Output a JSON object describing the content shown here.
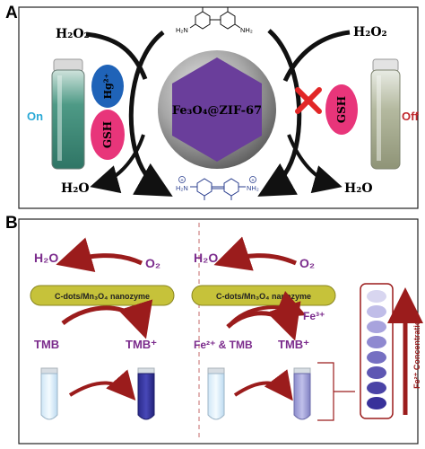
{
  "panel_a": {
    "label": "A",
    "h2o2_left": "H₂O₂",
    "h2o2_right": "H₂O₂",
    "h2o_left": "H₂O",
    "h2o_right": "H₂O",
    "center_label": "Fe₃O₄@ZIF-67",
    "hg_label": "Hg²⁺",
    "gsh_left": "GSH",
    "gsh_right": "GSH",
    "on_label": "On",
    "off_label": "Off",
    "tmb_top_nh2_left": "H₂N",
    "tmb_top_nh2_right": "NH₂",
    "tmb_bottom_nh_left": "H₂N",
    "tmb_bottom_nh_right": "NH₂",
    "plus": "+"
  },
  "panel_b": {
    "label": "B",
    "left": {
      "h2o": "H₂O",
      "o2": "O₂",
      "nanozyme": "C-dots/Mn₃O₄ nanozyme",
      "tmb": "TMB",
      "tmb_ox": "TMB⁺"
    },
    "right": {
      "h2o": "H₂O",
      "o2": "O₂",
      "nanozyme": "C-dots/Mn₃O₄ nanozyme",
      "fe3": "Fe³⁺",
      "fe2_tmb": "Fe²⁺ & TMB",
      "tmb_ox": "TMB⁺",
      "concentration": "Fe²⁺ Concentration"
    },
    "scale_colors": [
      "#d8d6f0",
      "#c0bde8",
      "#a8a3dd",
      "#8f89d0",
      "#7670c2",
      "#5e57b3",
      "#4a43a6",
      "#38319a"
    ]
  },
  "colors": {
    "purple_text": "#7b2b8c",
    "dark_red": "#9b1c1c",
    "nanozyme_fill": "#c6c23a",
    "pink": "#e8357a",
    "blue": "#1f63b8",
    "hexagon": "#6a3e9b",
    "on_color": "#2aa9d6",
    "off_color": "#c0282d"
  }
}
